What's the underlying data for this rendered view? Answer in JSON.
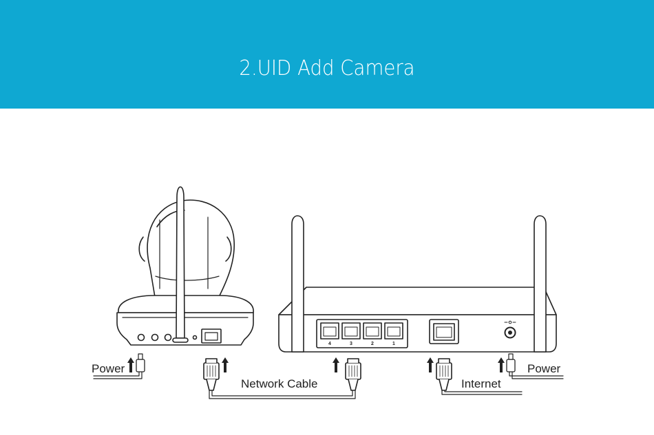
{
  "banner": {
    "title": "2.UID Add Camera",
    "color": "#0fa8d2"
  },
  "diagram": {
    "labels": {
      "power_left": "Power",
      "power_right": "Power",
      "network_cable": "Network Cable",
      "internet": "Internet"
    },
    "router_ports": [
      "4",
      "3",
      "2",
      "1"
    ],
    "line_color": "#222222"
  }
}
